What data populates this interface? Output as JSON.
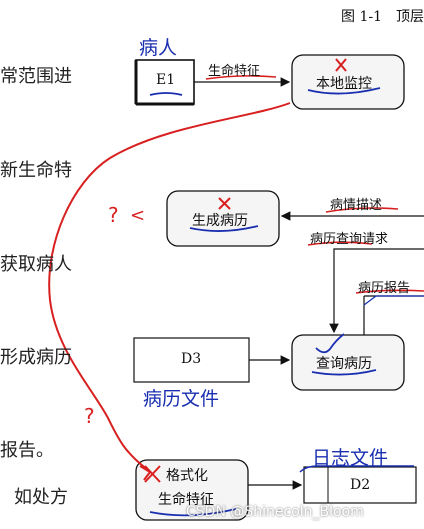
{
  "figure_caption": "图 1-1　顶层",
  "left_text": {
    "line1": "常范围进",
    "line2": "新生命特",
    "line3": "获取病人",
    "line4": "形成病历",
    "line5": "报告。",
    "line6": "如处方"
  },
  "handwriting": {
    "patient": "病人",
    "record_file": "病历文件",
    "log_file": "日志文件",
    "question_marks": "?",
    "arrow": "<"
  },
  "nodes": {
    "external_entity": "E1",
    "local_monitor": "本地监控",
    "generate_record": "生成病历",
    "query_record": "查询病历",
    "format_signs_line1": "格式化",
    "format_signs_line2": "生命特征",
    "store_d3": "D3",
    "store_d2": "D2"
  },
  "flows": {
    "vital_signs": "生命特征",
    "record_description": "病情描述",
    "record_query_request": "病历查询请求",
    "record_report": "病历报告"
  },
  "watermark": "CSDN @Shinecoln_Bloom"
}
